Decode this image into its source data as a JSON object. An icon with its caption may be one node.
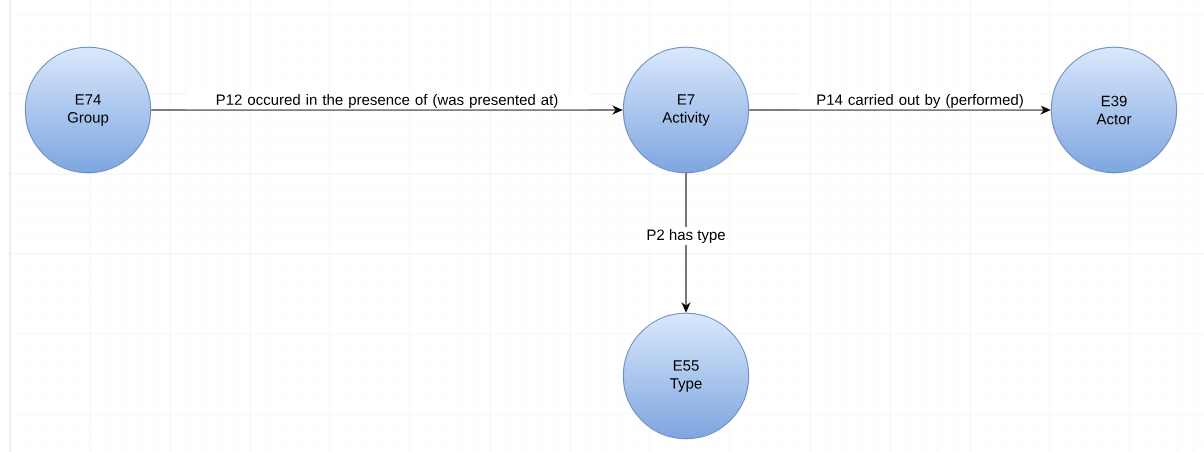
{
  "diagram": {
    "nodes": [
      {
        "text": [
          "E74 Group"
        ]
      },
      {
        "text": [
          "E7 Activity"
        ]
      },
      {
        "text": [
          "E39 Actor"
        ]
      },
      {
        "text": [
          "E55 Type"
        ]
      }
    ],
    "edges": [
      {
        "from": 0,
        "to": 1,
        "arrow": "to",
        "label": "P12 occured in the presence of (was presented at)"
      },
      {
        "from": 1,
        "to": 2,
        "arrow": "to",
        "label": "P14 carried out by (performed)"
      },
      {
        "from": 1,
        "to": 3,
        "arrow": "to",
        "label": "P2 has type"
      }
    ]
  }
}
